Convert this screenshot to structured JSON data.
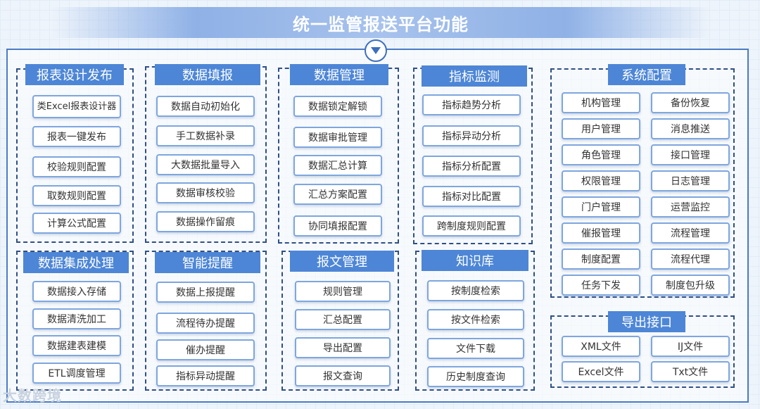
{
  "title": "统一监管报送平台功能",
  "watermark": "大数跨境",
  "groups": {
    "report_design": {
      "title": "报表设计发布",
      "items": [
        "类Excel报表设计器",
        "报表一键发布",
        "校验规则配置",
        "取数规则配置",
        "计算公式配置"
      ]
    },
    "data_entry": {
      "title": "数据填报",
      "items": [
        "数据自动初始化",
        "手工数据补录",
        "大数据批量导入",
        "数据审核校验",
        "数据操作留痕"
      ]
    },
    "data_management": {
      "title": "数据管理",
      "items": [
        "数据锁定解锁",
        "数据审批管理",
        "数据汇总计算",
        "汇总方案配置",
        "协同填报配置"
      ]
    },
    "indicator_monitoring": {
      "title": "指标监测",
      "items": [
        "指标趋势分析",
        "指标异动分析",
        "指标分析配置",
        "指标对比配置",
        "跨制度规则配置"
      ]
    },
    "system_config": {
      "title": "系统配置",
      "items": [
        "机构管理",
        "备份恢复",
        "用户管理",
        "消息推送",
        "角色管理",
        "接口管理",
        "权限管理",
        "日志管理",
        "门户管理",
        "运营监控",
        "催报管理",
        "流程管理",
        "制度配置",
        "流程代理",
        "任务下发",
        "制度包升级"
      ]
    },
    "data_integration": {
      "title": "数据集成处理",
      "items": [
        "数据接入存储",
        "数据清洗加工",
        "数据建表建模",
        "ETL调度管理"
      ]
    },
    "smart_reminder": {
      "title": "智能提醒",
      "items": [
        "数据上报提醒",
        "流程待办提醒",
        "催办提醒",
        "指标异动提醒"
      ]
    },
    "message_management": {
      "title": "报文管理",
      "items": [
        "规则管理",
        "汇总配置",
        "导出配置",
        "报文查询"
      ]
    },
    "knowledge_base": {
      "title": "知识库",
      "items": [
        "按制度检索",
        "按文件检索",
        "文件下载",
        "历史制度查询"
      ]
    },
    "export_interface": {
      "title": "导出接口",
      "items": [
        "XML文件",
        "IJ文件",
        "Excel文件",
        "Txt文件"
      ]
    }
  }
}
